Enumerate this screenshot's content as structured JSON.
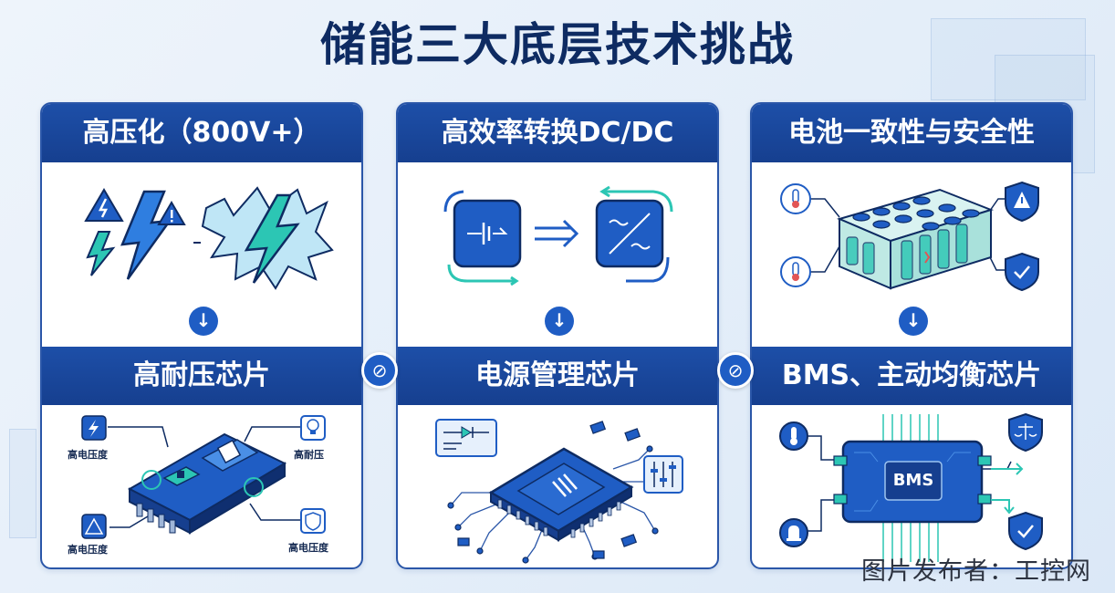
{
  "title": "储能三大底层技术挑战",
  "cards": [
    {
      "header": "高压化（800V+）",
      "chip_header": "高耐压芯片",
      "labels": [
        "高电压度",
        "高耐压",
        "高电压度",
        "高电压度"
      ]
    },
    {
      "header": "高效率转换DC/DC",
      "chip_header": "电源管理芯片"
    },
    {
      "header": "电池一致性与安全性",
      "chip_header": "BMS、主动均衡芯片",
      "chip_text": "BMS"
    }
  ],
  "credit": "图片发布者：工控网",
  "colors": {
    "primary": "#1d4fa8",
    "dark_navy": "#0e2b62",
    "teal": "#2cc6b4",
    "light_blue": "#3a86e0"
  },
  "icons": {
    "arrow": "arrow-down-icon",
    "link": "link-icon",
    "lightning": "lightning-icon",
    "warning": "warning-icon",
    "thermometer": "thermometer-icon",
    "shield": "shield-icon"
  }
}
